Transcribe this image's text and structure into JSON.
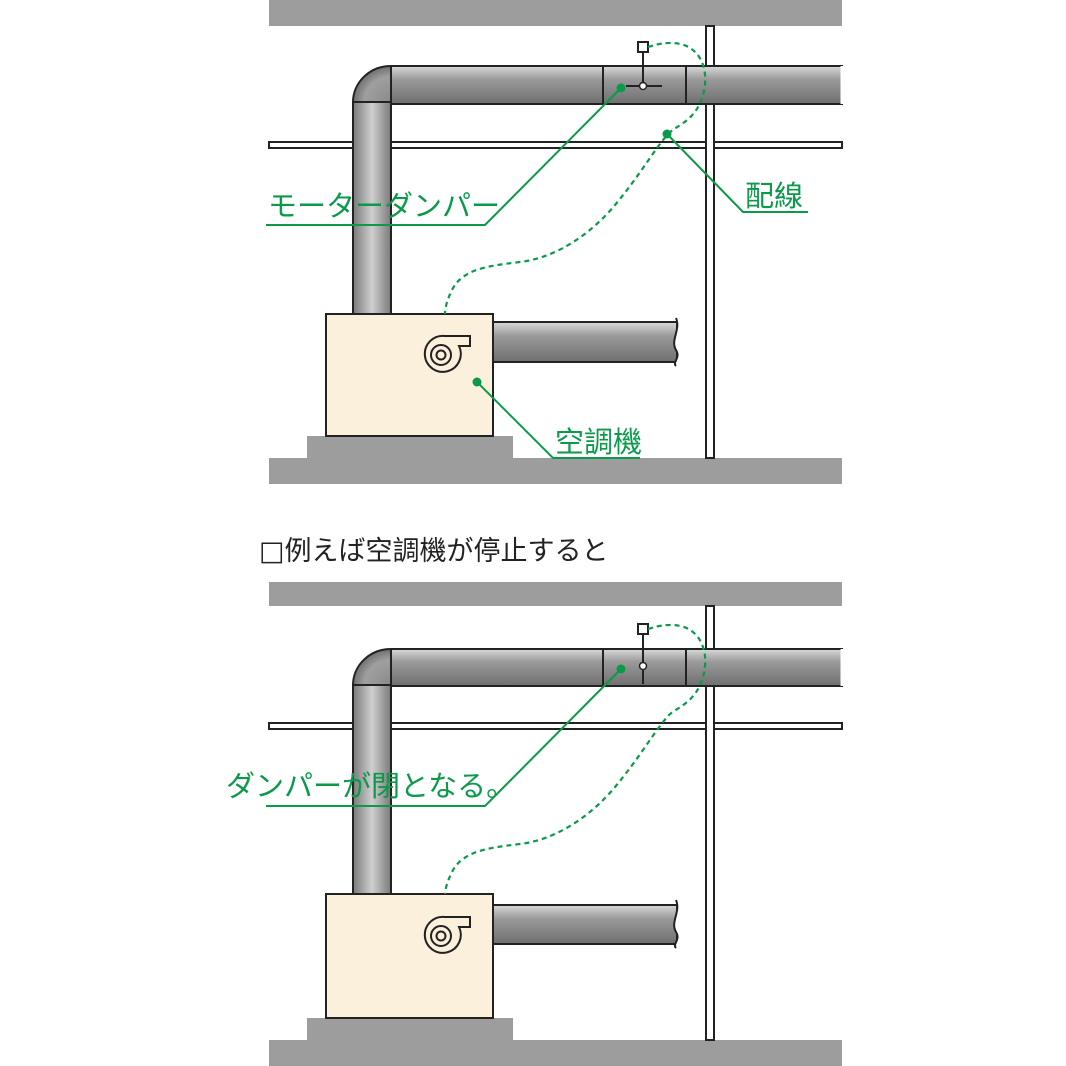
{
  "labels": {
    "motor_damper": "モーターダンパー",
    "wiring": "配線",
    "air_conditioner": "空調機",
    "caption": "□例えば空調機が停止すると",
    "damper_closed": "ダンパーが閉となる。"
  },
  "colors": {
    "label_green": "#0a9a4a",
    "slab_gray": "#9d9d9d",
    "duct_gray": "#8f8f8f",
    "unit_fill": "#fbf0dc"
  },
  "panels": [
    {
      "name": "before",
      "damper_state": "open"
    },
    {
      "name": "after",
      "damper_state": "closed"
    }
  ]
}
